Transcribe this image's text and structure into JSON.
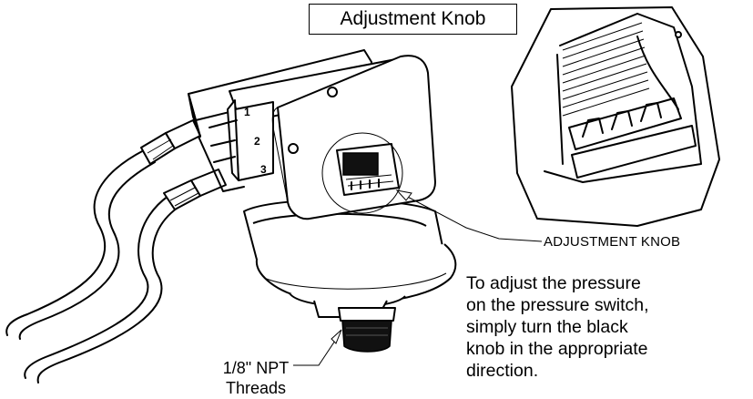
{
  "title": "Adjustment Knob",
  "callout_label": "ADJUSTMENT KNOB",
  "instructions": [
    "To adjust the pressure",
    "on the pressure switch,",
    "simply turn the black",
    "knob in the appropriate",
    "direction."
  ],
  "thread_label": [
    "1/8\" NPT",
    "Threads"
  ],
  "terminal_numbers": [
    "1",
    "2",
    "3"
  ],
  "colors": {
    "line": "#000000",
    "background": "#ffffff",
    "knob": "#111111"
  }
}
